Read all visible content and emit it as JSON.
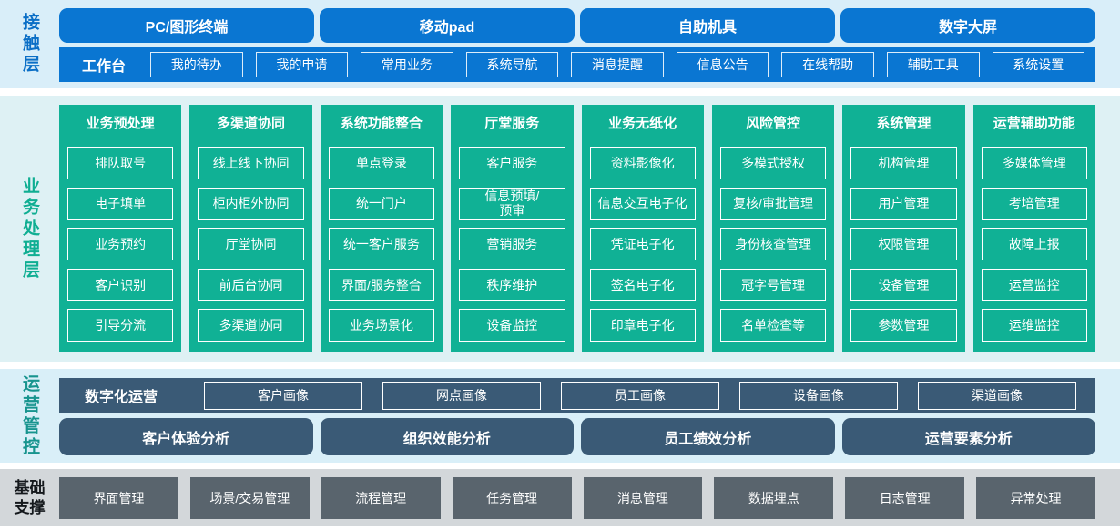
{
  "colors": {
    "blue": "#0a76d2",
    "green": "#10b195",
    "slate": "#3a5a76",
    "gray_button": "#59646d",
    "contact_band_bg": "#d9eef9",
    "business_band_bg": "#def1f4",
    "ops_band_bg": "#d9eff8",
    "foundation_band_bg": "#d3d7da"
  },
  "contact_layer": {
    "label": "接触层",
    "channels": [
      "PC/图形终端",
      "移动pad",
      "自助机具",
      "数字大屏"
    ],
    "workbench": {
      "label": "工作台",
      "items": [
        "我的待办",
        "我的申请",
        "常用业务",
        "系统导航",
        "消息提醒",
        "信息公告",
        "在线帮助",
        "辅助工具",
        "系统设置"
      ]
    }
  },
  "business_layer": {
    "label": "业务处理层",
    "columns": [
      {
        "title": "业务预处理",
        "items": [
          "排队取号",
          "电子填单",
          "业务预约",
          "客户识别",
          "引导分流"
        ]
      },
      {
        "title": "多渠道协同",
        "items": [
          "线上线下协同",
          "柜内柜外协同",
          "厅堂协同",
          "前后台协同",
          "多渠道协同"
        ]
      },
      {
        "title": "系统功能整合",
        "items": [
          "单点登录",
          "统一门户",
          "统一客户服务",
          "界面/服务整合",
          "业务场景化"
        ]
      },
      {
        "title": "厅堂服务",
        "items": [
          "客户服务",
          "信息预填/\n预审",
          "营销服务",
          "秩序维护",
          "设备监控"
        ]
      },
      {
        "title": "业务无纸化",
        "items": [
          "资料影像化",
          "信息交互电子化",
          "凭证电子化",
          "签名电子化",
          "印章电子化"
        ]
      },
      {
        "title": "风险管控",
        "items": [
          "多模式授权",
          "复核/审批管理",
          "身份核查管理",
          "冠字号管理",
          "名单检查等"
        ]
      },
      {
        "title": "系统管理",
        "items": [
          "机构管理",
          "用户管理",
          "权限管理",
          "设备管理",
          "参数管理"
        ]
      },
      {
        "title": "运营辅助功能",
        "items": [
          "多媒体管理",
          "考培管理",
          "故障上报",
          "运营监控",
          "运维监控"
        ]
      }
    ]
  },
  "operation_layer": {
    "label": "运营管控",
    "digital_ops": {
      "label": "数字化运营",
      "items": [
        "客户画像",
        "网点画像",
        "员工画像",
        "设备画像",
        "渠道画像"
      ]
    },
    "analysis": [
      "客户体验分析",
      "组织效能分析",
      "员工绩效分析",
      "运营要素分析"
    ]
  },
  "foundation_layer": {
    "label_line1": "基础",
    "label_line2": "支撑",
    "items": [
      "界面管理",
      "场景/交易管理",
      "流程管理",
      "任务管理",
      "消息管理",
      "数据埋点",
      "日志管理",
      "异常处理"
    ]
  }
}
